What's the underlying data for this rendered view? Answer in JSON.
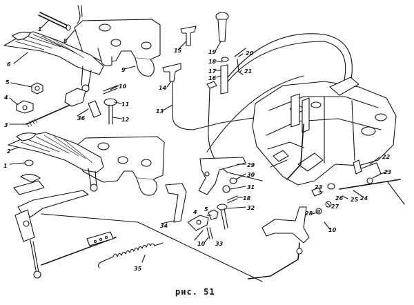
{
  "figure": {
    "caption": "рис. 51"
  },
  "callouts": [
    {
      "id": "c1a",
      "label": "1"
    },
    {
      "id": "c1b",
      "label": "1"
    },
    {
      "id": "c2",
      "label": "2"
    },
    {
      "id": "c3",
      "label": "3"
    },
    {
      "id": "c4a",
      "label": "4"
    },
    {
      "id": "c4b",
      "label": "4"
    },
    {
      "id": "c5a",
      "label": "5"
    },
    {
      "id": "c5b",
      "label": "5"
    },
    {
      "id": "c6",
      "label": "6"
    },
    {
      "id": "c8",
      "label": "8"
    },
    {
      "id": "c9",
      "label": "9"
    },
    {
      "id": "c10a",
      "label": "10"
    },
    {
      "id": "c10b",
      "label": "10"
    },
    {
      "id": "c10c",
      "label": "10"
    },
    {
      "id": "c11",
      "label": "11"
    },
    {
      "id": "c12",
      "label": "12"
    },
    {
      "id": "c13",
      "label": "13"
    },
    {
      "id": "c14",
      "label": "14"
    },
    {
      "id": "c15",
      "label": "15"
    },
    {
      "id": "c16",
      "label": "16"
    },
    {
      "id": "c17",
      "label": "17"
    },
    {
      "id": "c18a",
      "label": "18"
    },
    {
      "id": "c18b",
      "label": "18"
    },
    {
      "id": "c19",
      "label": "19"
    },
    {
      "id": "c20",
      "label": "20"
    },
    {
      "id": "c21",
      "label": "21"
    },
    {
      "id": "c22",
      "label": "22"
    },
    {
      "id": "c23a",
      "label": "23"
    },
    {
      "id": "c23b",
      "label": "23"
    },
    {
      "id": "c24",
      "label": "24"
    },
    {
      "id": "c25",
      "label": "25"
    },
    {
      "id": "c26",
      "label": "26"
    },
    {
      "id": "c27",
      "label": "27"
    },
    {
      "id": "c28",
      "label": "28"
    },
    {
      "id": "c29",
      "label": "29"
    },
    {
      "id": "c30",
      "label": "30"
    },
    {
      "id": "c31",
      "label": "31"
    },
    {
      "id": "c32",
      "label": "32"
    },
    {
      "id": "c33",
      "label": "33"
    },
    {
      "id": "c34",
      "label": "34"
    },
    {
      "id": "c35",
      "label": "35"
    },
    {
      "id": "c36",
      "label": "36"
    }
  ]
}
